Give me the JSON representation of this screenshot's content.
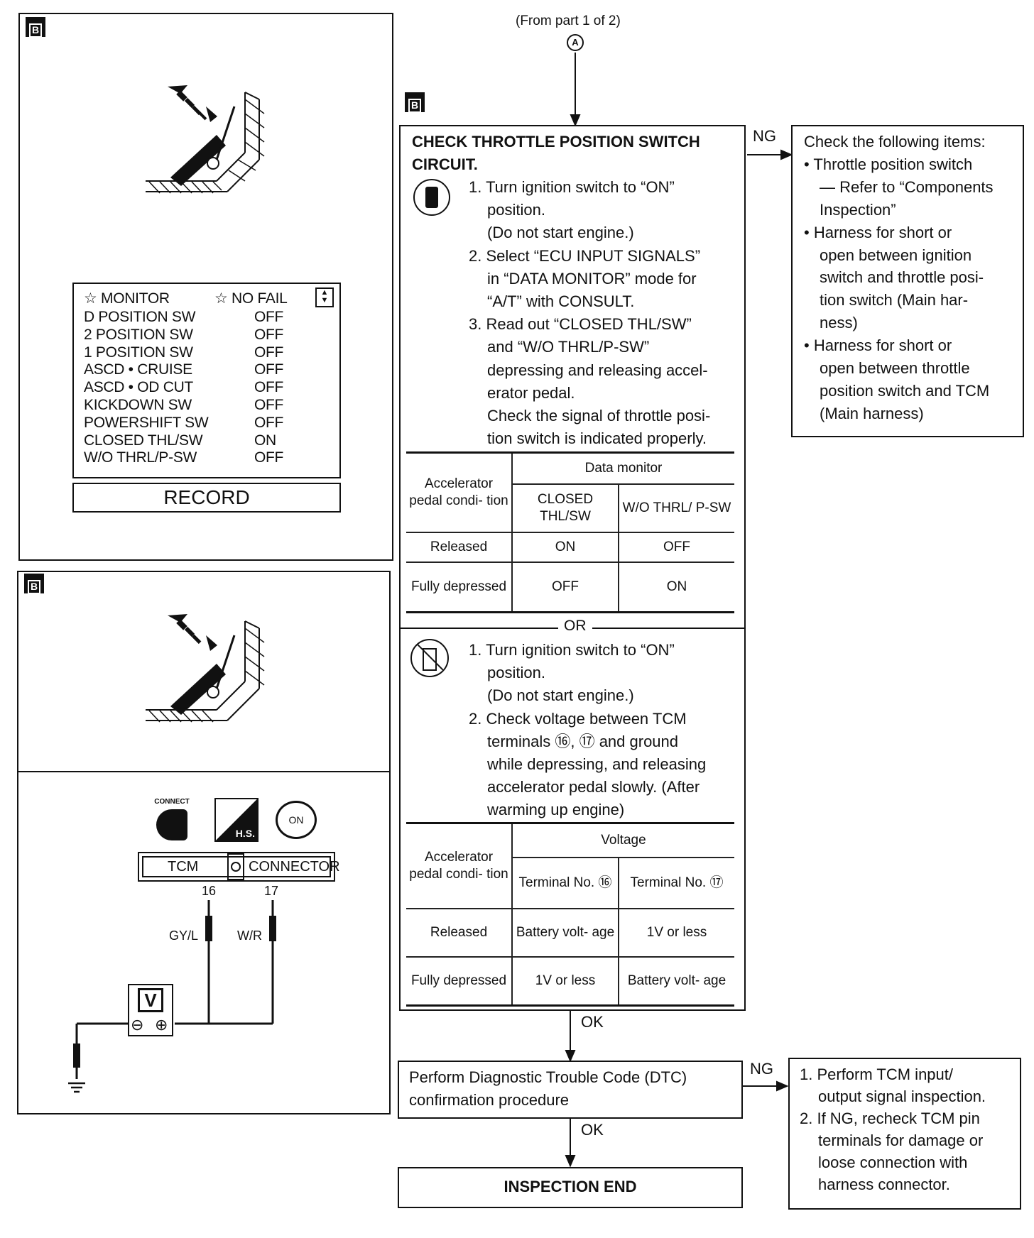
{
  "from_label": "(From part 1 of 2)",
  "connector_a": "A",
  "section_tag": "B",
  "monitor": {
    "header_left": "☆ MONITOR",
    "header_right": "☆ NO FAIL",
    "rows": [
      {
        "name": "D POSITION SW",
        "value": "OFF"
      },
      {
        "name": "2 POSITION SW",
        "value": "OFF"
      },
      {
        "name": "1 POSITION SW",
        "value": "OFF"
      },
      {
        "name": "ASCD • CRUISE",
        "value": "OFF"
      },
      {
        "name": "ASCD • OD CUT",
        "value": "OFF"
      },
      {
        "name": "KICKDOWN SW",
        "value": "OFF"
      },
      {
        "name": "POWERSHIFT SW",
        "value": "OFF"
      },
      {
        "name": "CLOSED THL/SW",
        "value": "ON"
      },
      {
        "name": "W/O THRL/P-SW",
        "value": "OFF"
      }
    ],
    "record_button": "RECORD"
  },
  "wiring": {
    "connect_label": "CONNECT",
    "hs_label": "H.S.",
    "on_label": "ON",
    "tcm_label": "TCM",
    "connector_label": "CONNECTOR",
    "pin_16": "16",
    "pin_17": "17",
    "wire_16": "GY/L",
    "wire_17": "W/R",
    "meter": "V",
    "minus": "⊖",
    "plus": "⊕"
  },
  "check": {
    "title_1": "CHECK THROTTLE POSITION SWITCH",
    "title_2": "CIRCUIT.",
    "consult_steps": [
      "1. Turn ignition switch to “ON”",
      "position.",
      "(Do not start engine.)",
      "2. Select “ECU INPUT SIGNALS”",
      "in “DATA MONITOR” mode for",
      "“A/T” with CONSULT.",
      "3. Read out “CLOSED THL/SW”",
      "and “W/O THRL/P-SW”",
      "depressing and releasing accel-",
      "erator pedal.",
      "Check the signal of throttle posi-",
      "tion switch is indicated properly."
    ],
    "table1": {
      "col_condition": "Accelerator pedal condi- tion",
      "group": "Data monitor",
      "col_a": "CLOSED THL/SW",
      "col_b": "W/O THRL/ P-SW",
      "rows": [
        {
          "cond": "Released",
          "a": "ON",
          "b": "OFF"
        },
        {
          "cond": "Fully depressed",
          "a": "OFF",
          "b": "ON"
        }
      ]
    },
    "or_label": "OR",
    "nc_steps": [
      "1. Turn ignition switch to “ON”",
      "position.",
      "(Do not start engine.)",
      "2. Check voltage between TCM",
      "terminals ⑯, ⑰ and ground",
      "while depressing, and releasing",
      "accelerator pedal slowly. (After",
      "warming up engine)"
    ],
    "table2": {
      "col_condition": "Accelerator pedal condi- tion",
      "group": "Voltage",
      "col_a": "Terminal No. ⑯",
      "col_b": "Terminal No. ⑰",
      "rows": [
        {
          "cond": "Released",
          "a": "Battery volt- age",
          "b": "1V or less"
        },
        {
          "cond": "Fully depressed",
          "a": "1V or less",
          "b": "Battery volt- age"
        }
      ]
    }
  },
  "ng1": {
    "label": "NG",
    "lines": [
      "Check the following items:",
      "• Throttle position switch",
      "— Refer to “Components",
      "Inspection”",
      "• Harness for short or",
      "open between ignition",
      "switch and throttle posi-",
      "tion switch (Main har-",
      "ness)",
      "• Harness for short or",
      "open between throttle",
      "position switch and TCM",
      "(Main harness)"
    ]
  },
  "ok1": "OK",
  "dtc": {
    "line1": "Perform Diagnostic Trouble Code (DTC)",
    "line2": "confirmation procedure"
  },
  "ng2": {
    "label": "NG",
    "lines": [
      "1. Perform TCM input/",
      "output signal inspection.",
      "2. If NG, recheck TCM pin",
      "terminals for damage or",
      "loose connection with",
      "harness connector."
    ]
  },
  "ok2": "OK",
  "end": "INSPECTION END"
}
